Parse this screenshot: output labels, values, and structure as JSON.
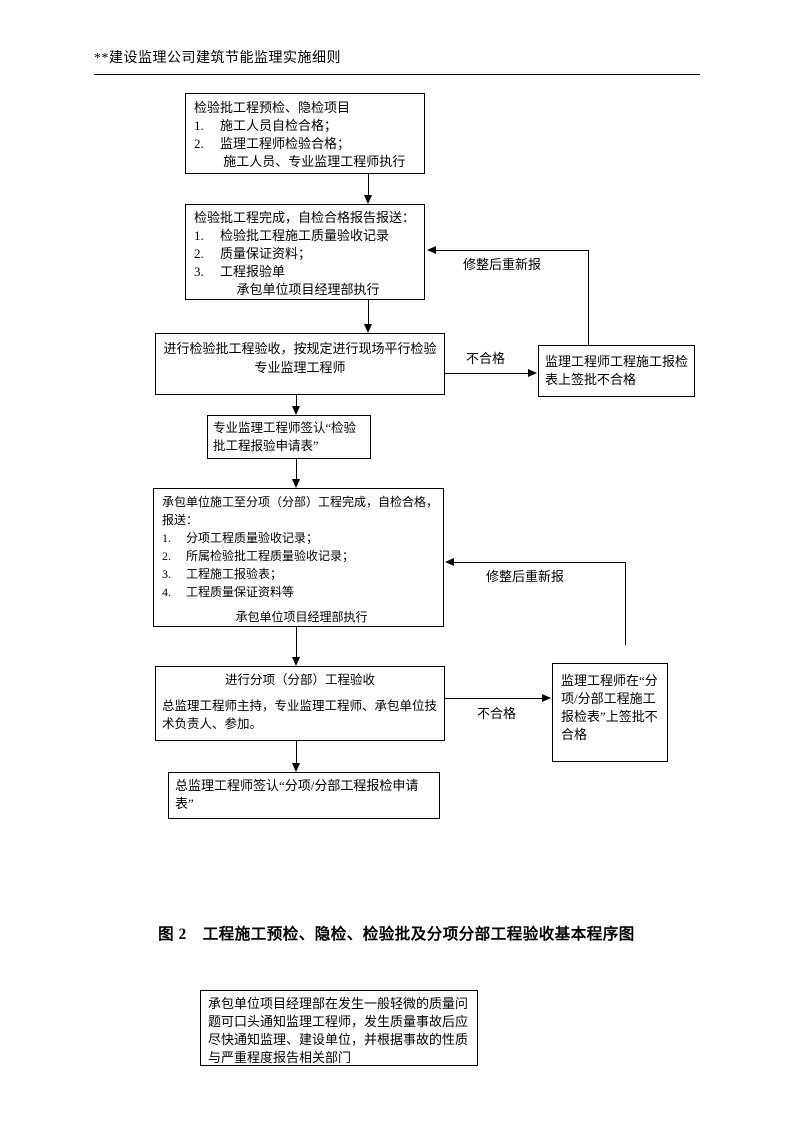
{
  "header": {
    "title": "**建设监理公司建筑节能监理实施细则"
  },
  "flowchart": {
    "box1": {
      "lines": [
        "检验批工程预检、隐检项目",
        "1.　 施工人员自检合格；",
        "2.　 监理工程师检验合格；",
        "　　 施工人员、专业监理工程师执行"
      ]
    },
    "box2": {
      "lines": [
        "检验批工程完成，自检合格报告报送：",
        "1.　 检验批工程施工质量验收记录",
        "2.　 质量保证资料；",
        "3.　 工程报验单"
      ],
      "footer": "承包单位项目经理部执行"
    },
    "box3": {
      "line1": "进行检验批工程验收，按规定进行现场平行检验",
      "line2": "专业监理工程师"
    },
    "box4": {
      "text": "专业监理工程师签认“检验批工程报验申请表”"
    },
    "box5": {
      "lines": [
        "承包单位施工至分项（分部）工程完成，自检合格，",
        "报送：",
        "1.　 分项工程质量验收记录；",
        "2.　 所属检验批工程质量验收记录；",
        "3.　 工程施工报验表；",
        "4.　 工程质量保证资料等"
      ],
      "footer": "承包单位项目经理部执行"
    },
    "box6": {
      "title": "进行分项（分部）工程验收",
      "body": "总监理工程师主持，专业监理工程师、承包单位技术负责人、参加。"
    },
    "box7": {
      "text": "总监理工程师签认“分项/分部工程报检申请表”"
    },
    "side_box1": {
      "text": "监理工程师工程施工报检表上签批不合格"
    },
    "side_box2": {
      "text": "监理工程师在“分项/分部工程施工报检表”上签批不合格"
    },
    "labels": {
      "fail1": "不合格",
      "fail2": "不合格",
      "resubmit1": "修整后重新报",
      "resubmit2": "修整后重新报"
    }
  },
  "caption": {
    "text": "图 2　工程施工预检、隐检、检验批及分项分部工程验收基本程序图"
  },
  "note_box": {
    "text": "承包单位项目经理部在发生一般轻微的质量问题可口头通知监理工程师，发生质量事故后应尽快通知监理、建设单位，并根据事故的性质与严重程度报告相关部门"
  },
  "colors": {
    "line": "#000000",
    "text": "#000000",
    "background": "#ffffff"
  }
}
